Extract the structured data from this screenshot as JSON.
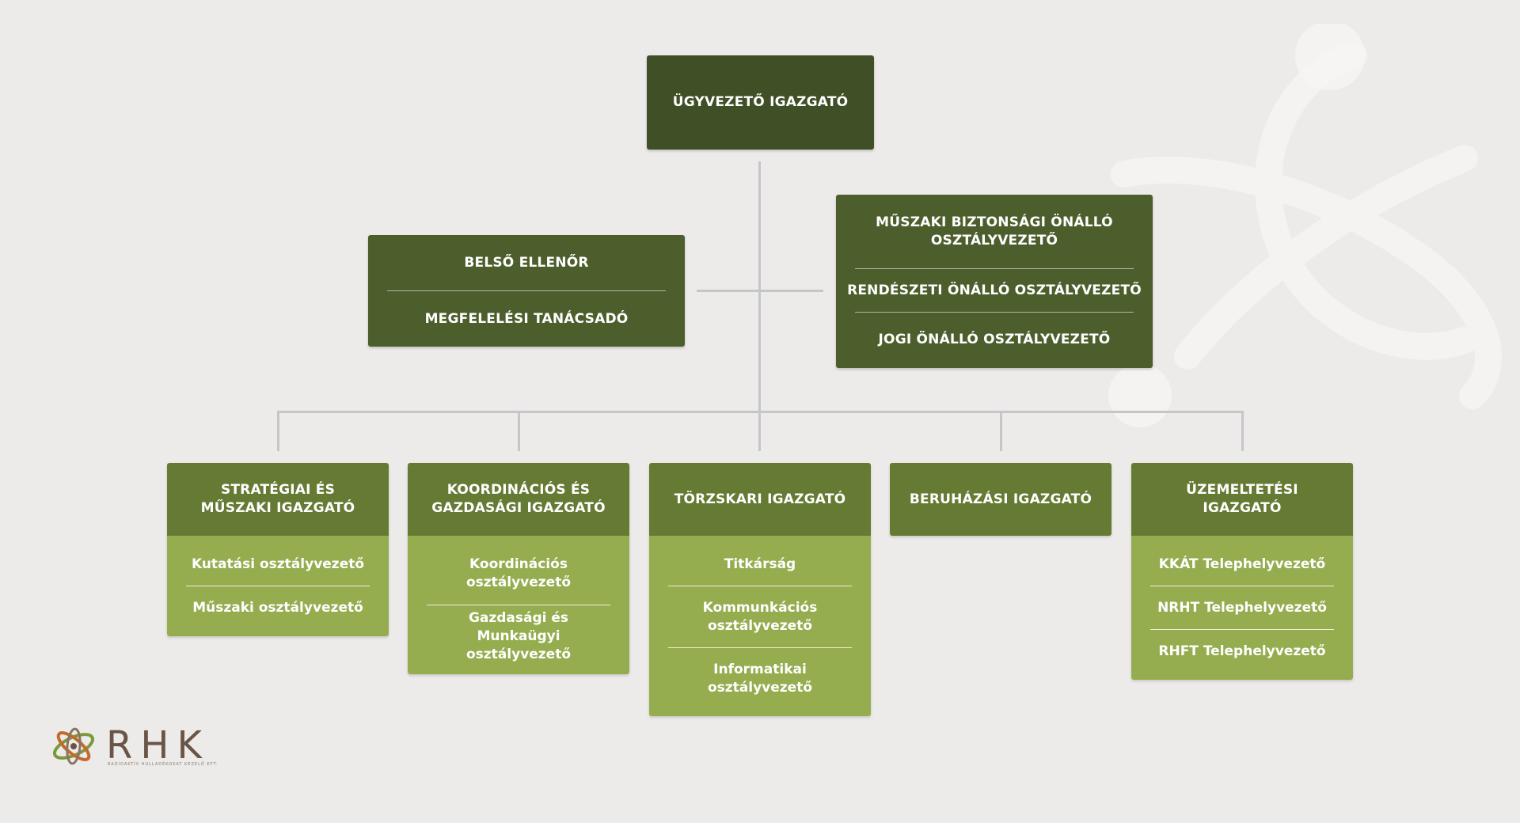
{
  "ceo": "ÜGYVEZETŐ IGAZGATÓ",
  "left_staff": [
    "BELSŐ ELLENŐR",
    "MEGFELELÉSI TANÁCSADÓ"
  ],
  "right_staff": [
    "MŰSZAKI BIZTONSÁGI ÖNÁLLÓ OSZTÁLYVEZETŐ",
    "RENDÉSZETI ÖNÁLLÓ OSZTÁLYVEZETŐ",
    "JOGI ÖNÁLLÓ OSZTÁLYVEZETŐ"
  ],
  "departments": [
    {
      "title": "STRATÉGIAI ÉS MŰSZAKI IGAZGATÓ",
      "items": [
        "Kutatási osztályvezető",
        "Műszaki osztályvezető"
      ]
    },
    {
      "title": "KOORDINÁCIÓS ÉS GAZDASÁGI IGAZGATÓ",
      "items": [
        "Koordinációs osztályvezető",
        "Gazdasági és Munkaügyi osztályvezető"
      ]
    },
    {
      "title": "TÖRZSKARI IGAZGATÓ",
      "items": [
        "Titkárság",
        "Kommunkációs osztályvezető",
        "Informatikai osztályvezető"
      ]
    },
    {
      "title": "BERUHÁZÁSI IGAZGATÓ",
      "items": []
    },
    {
      "title": "ÜZEMELTETÉSI IGAZGATÓ",
      "items": [
        "KKÁT Telephelyvezető",
        "NRHT Telephelyvezető",
        "RHFT Telephelyvezető"
      ]
    }
  ],
  "logo": {
    "text": "RHK",
    "subtitle": "RADIOAKTÍV HULLADÉKOKAT KEZELŐ KFT."
  },
  "colors": {
    "dark_box": "#3f4f26",
    "staff_box": "#4c5e2c",
    "dept_head": "#657a33",
    "dept_body": "#95ad4f",
    "connector": "#c4c6ca",
    "background": "#ecebe9"
  }
}
